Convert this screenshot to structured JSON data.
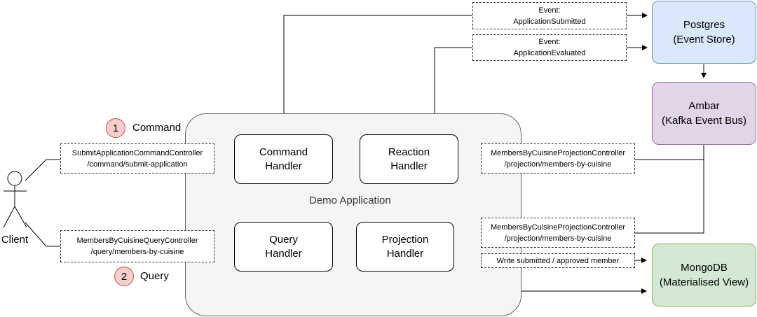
{
  "app": {
    "title": "Demo Application"
  },
  "handlers": {
    "command": "Command\nHandler",
    "reaction": "Reaction\nHandler",
    "query": "Query\nHandler",
    "projection": "Projection\nHandler"
  },
  "stores": {
    "postgres": "Postgres\n(Event Store)",
    "ambar": "Ambar\n(Kafka Event Bus)",
    "mongodb": "MongoDB\n(Materialised View)"
  },
  "events": {
    "submitted": "Event:\nApplicationSubmitted",
    "evaluated": "Event:\nApplicationEvaluated"
  },
  "controllers": {
    "submit": "SubmitApplicationCommandController\n/command/submit-application",
    "query": "MembersByCuisineQueryController\n/query/members-by-cuisine",
    "projection_top": "MembersByCuisineProjectionController\n/projection/members-by-cuisine",
    "projection_bottom": "MembersByCuisineProjectionController\n/projection/members-by-cuisine",
    "write": "Write submitted / approved member"
  },
  "steps": {
    "command": {
      "number": "1",
      "label": "Command"
    },
    "query": {
      "number": "2",
      "label": "Query"
    }
  },
  "client": {
    "label": "Client"
  },
  "colors": {
    "postgres_fill": "#dae8fc",
    "postgres_stroke": "#6c8ebf",
    "ambar_fill": "#e1d5e7",
    "ambar_stroke": "#9673a6",
    "mongodb_fill": "#d5e8d4",
    "mongodb_stroke": "#82b366",
    "badge_fill": "#f8cecc"
  }
}
